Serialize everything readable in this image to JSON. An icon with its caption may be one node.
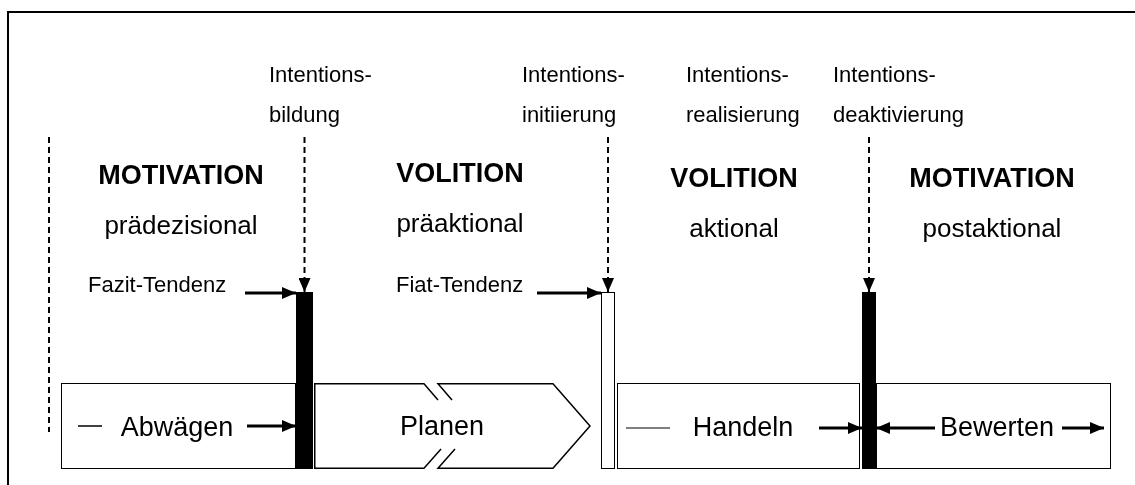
{
  "diagram": {
    "nodes": [
      {
        "text": [
          "Intentions- bildung"
        ]
      },
      {
        "text": [
          "Intentions- initiierung"
        ]
      },
      {
        "text": [
          "Intentions- realisierung"
        ]
      },
      {
        "text": [
          "Intentions- deaktivierung"
        ]
      },
      {
        "text": [
          "Fazit-Tendenz"
        ]
      },
      {
        "text": [
          "Fiat-Tendenz"
        ]
      },
      {
        "text": [],
        "shape": "bar"
      },
      {
        "text": [],
        "shape": "bar"
      },
      {
        "text": [],
        "shape": "bar"
      },
      {
        "text": [
          "Abwägen"
        ]
      },
      {
        "text": [
          "Planen"
        ]
      },
      {
        "text": [
          "Handeln"
        ]
      },
      {
        "text": [
          "Bewerten"
        ]
      }
    ],
    "edges": [
      {
        "from": 0,
        "to": 6,
        "arrow": "to",
        "style": "dashed"
      },
      {
        "from": 1,
        "to": 7,
        "arrow": "to",
        "style": "dashed"
      },
      {
        "from": 3,
        "to": 8,
        "arrow": "to",
        "style": "dashed"
      },
      {
        "from": 4,
        "to": 6,
        "arrow": "to"
      },
      {
        "from": 5,
        "to": 7,
        "arrow": "to"
      },
      {
        "from": 9,
        "to": 6,
        "arrow": "to"
      },
      {
        "from": 11,
        "to": 8,
        "arrow": "to"
      },
      {
        "from": 12,
        "to": 8,
        "arrow": "to"
      }
    ],
    "labels": [
      "MOTIVATION",
      "prädezisional",
      "VOLITION",
      "präaktional",
      "VOLITION",
      "aktional",
      "MOTIVATION",
      "postaktional"
    ]
  }
}
